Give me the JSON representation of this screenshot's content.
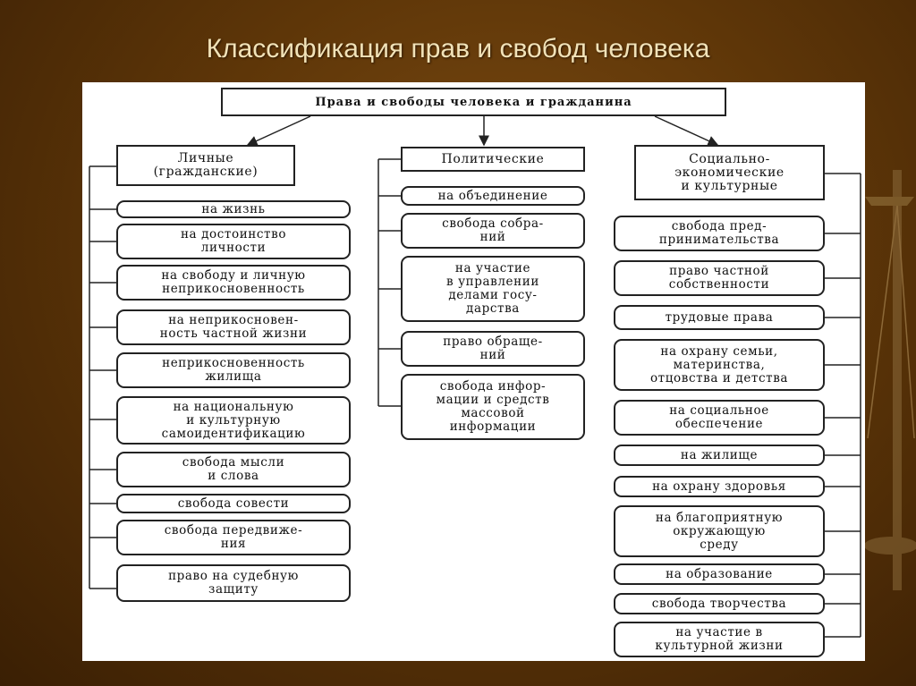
{
  "slide": {
    "title": "Классификация прав и свобод человека"
  },
  "diagram": {
    "root": "Права и свободы человека и гражданина",
    "columns": [
      {
        "id": "personal",
        "heading": "Личные\n(гражданские)",
        "items": [
          "на жизнь",
          "на достоинство\nличности",
          "на свободу и личную\nнеприкосновенность",
          "на неприкосновен-\nность частной жизни",
          "неприкосновенность\nжилища",
          "на национальную\nи культурную\nсамоидентификацию",
          "свобода мысли\nи слова",
          "свобода совести",
          "свобода передвиже-\nния",
          "право на судебную\nзащиту"
        ]
      },
      {
        "id": "political",
        "heading": "Политические",
        "items": [
          "на объединение",
          "свобода собра-\nний",
          "на участие\nв управлении\nделами госу-\nдарства",
          "право обраще-\nний",
          "свобода инфор-\nмации и средств\nмассовой\nинформации"
        ]
      },
      {
        "id": "socio-economic",
        "heading": "Социально-\nэкономические\nи культурные",
        "items": [
          "свобода пред-\nпринимательства",
          "право частной\nсобственности",
          "трудовые права",
          "на охрану семьи,\nматеринства,\nотцовства и детства",
          "на социальное\nобеспечение",
          "на жилище",
          "на охрану здоровья",
          "на благоприятную\nокружающую\nсреду",
          "на образование",
          "свобода творчества",
          "на участие в\nкультурной жизни"
        ]
      }
    ]
  }
}
